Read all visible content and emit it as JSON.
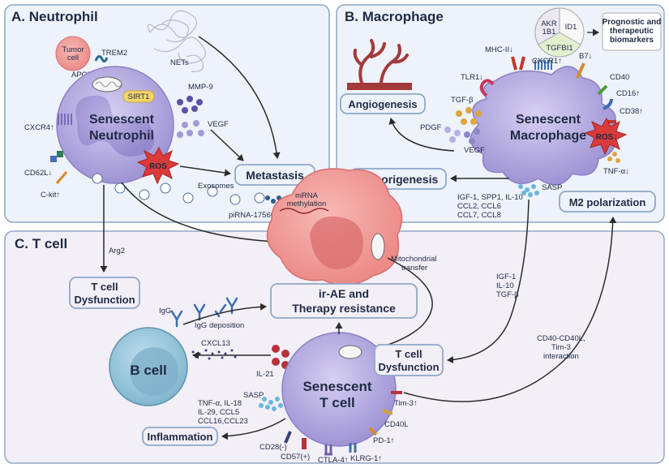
{
  "panels": {
    "a": {
      "title": "A. Neutrophil"
    },
    "b": {
      "title": "B. Macrophage"
    },
    "c": {
      "title": "C. T cell"
    }
  },
  "neutrophil": {
    "cell_line1": "Senescent",
    "cell_line2": "Neutrophil",
    "tumor_cell_line1": "Tumor",
    "tumor_cell_line2": "cell",
    "trem2": "TREM2",
    "apoe": "APOE",
    "nets": "NETs",
    "sirt1": "SIRT1",
    "mmp9": "MMP-9",
    "vegf": "VEGF",
    "cxcr4": "CXCR4↑",
    "cd62l": "CD62L↓",
    "ckit": "C-kit↑",
    "ros": "ROS",
    "exosomes": "Exosomes",
    "pirna": "piRNA-17560",
    "mrna_line1": "mRNA",
    "mrna_line2": "methylation",
    "arg2": "Arg2"
  },
  "macrophage": {
    "cell_line1": "Senescent",
    "cell_line2": "Macrophage",
    "akr_line1": "AKR",
    "akr_line2": "1B1",
    "id1": "ID1",
    "tgfbi": "TGFBI1",
    "biomarkers_line1": "Prognostic and",
    "biomarkers_line2": "therapeutic",
    "biomarkers_line3": "biomarkers",
    "mhc2": "MHC-II↓",
    "cxcr1": "CXCR1↑",
    "b7": "B7↓",
    "tlr1": "TLR1↓",
    "cd40": "CD40",
    "cd16": "CD16↑",
    "cd38": "CD38↑",
    "tgfb": "TGF-β",
    "pdgf": "PDGF",
    "vegf": "VEGF",
    "ros": "ROS↓",
    "tnfa": "TNF-α↓",
    "sasp": "SASP",
    "cytokines_line1": "IGF-1, SPP1, IL-10",
    "cytokines_line2": "CCL2, CCL6",
    "cytokines_line3": "CCL7, CCL8"
  },
  "tcell": {
    "cell_line1": "Senescent",
    "cell_line2": "T cell",
    "b_cell": "B cell",
    "igg": "IgG",
    "igg_deposition": "IgG deposition",
    "cxcl13": "CXCL13",
    "il21": "IL-21",
    "sasp": "SASP",
    "sasp_line1": "TNF-α, IL-18",
    "sasp_line2": "IL-29, CCL5",
    "sasp_line3": "CCL16,CCL23",
    "tim3": "Tim-3↑",
    "cd40l": "CD40L",
    "pd1": "PD-1↑",
    "klrg1": "KLRG-1↑",
    "ctla4": "CTLA-4↑",
    "cd57": "CD57(+)",
    "cd28": "CD28(-)",
    "mito_line1": "Mitochondrial",
    "mito_line2": "transfer",
    "igf_line1": "IGF-1",
    "igf_line2": "IL-10",
    "igf_line3": "TGF-β",
    "cd40_line1": "CD40-CD40L,",
    "cd40_line2": "Tim-3",
    "cd40_line3": "interaction"
  },
  "boxes": {
    "metastasis": "Metastasis",
    "tumorigenesis": "Tumorigenesis",
    "angiogenesis": "Angiogenesis",
    "m2": "M2 polarization",
    "tcell_dys_a_line1": "T cell",
    "tcell_dys_a_line2": "Dysfunction",
    "irae_line1": "ir-AE and",
    "irae_line2": "Therapy resistance",
    "tcell_dys_c_line1": "T cell",
    "tcell_dys_c_line2": "Dysfunction",
    "inflammation": "Inflammation"
  },
  "colors": {
    "panel_border": "#8fa8c8",
    "panel_fill_a": "#eef2fa",
    "panel_fill_b": "#eef2fa",
    "panel_fill_c": "#f2eef6",
    "cell_purple": "#b7aee0",
    "tumor_pink": "#f2a1a1",
    "ros_red": "#d93a3a",
    "b_cell_blue": "#9dc7dc",
    "box_border": "#8fa8c8"
  }
}
